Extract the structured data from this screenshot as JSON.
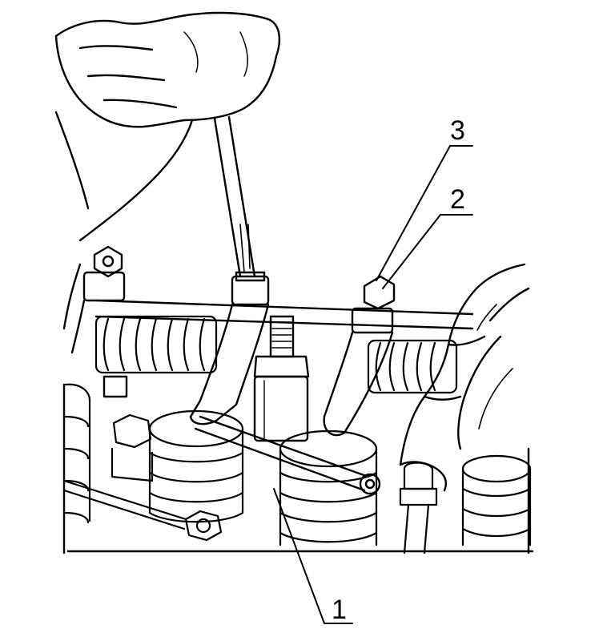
{
  "figure": {
    "style": "line-drawing",
    "ink_color": "#000000",
    "paper_color": "#ffffff",
    "callouts": [
      {
        "id": "1",
        "label": "1"
      },
      {
        "id": "2",
        "label": "2"
      },
      {
        "id": "3",
        "label": "3"
      }
    ]
  }
}
